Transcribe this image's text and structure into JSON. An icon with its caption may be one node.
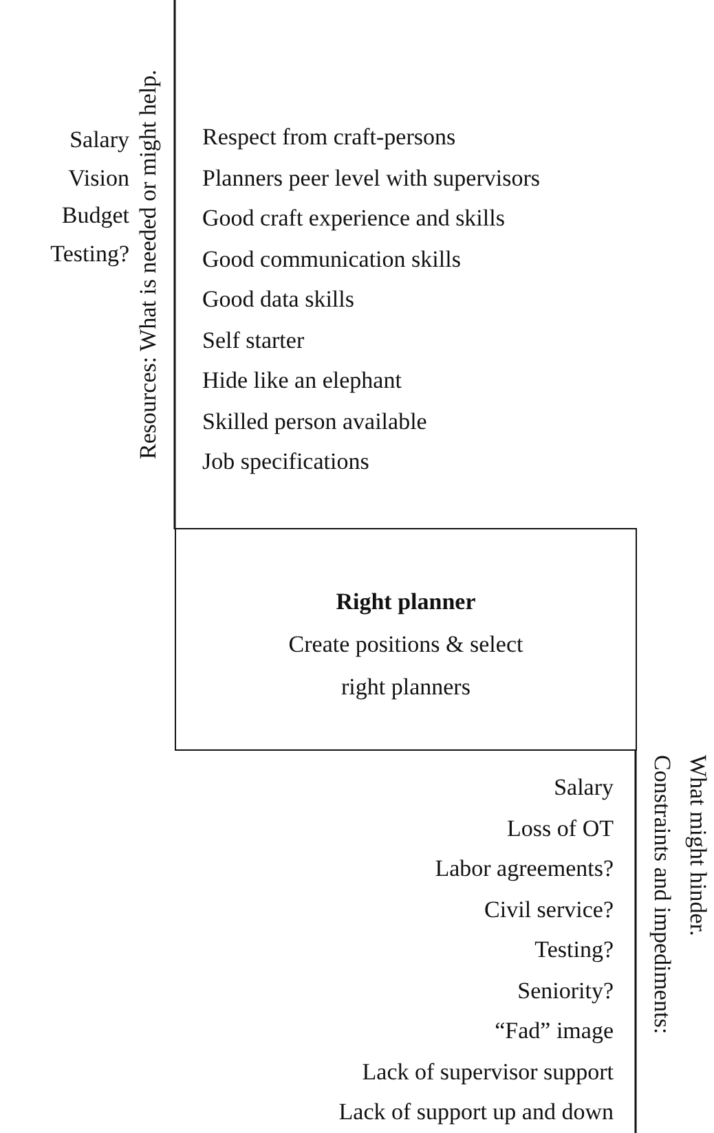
{
  "diagram": {
    "nodes": [
      {
        "text": [
          "Right planner",
          "Create positions & select right planners"
        ]
      }
    ],
    "labels": [
      "Resources:  What is needed or might help.",
      "Salary",
      "Vision",
      "Budget",
      "Testing?",
      "Respect from craft-persons",
      "Planners peer level with supervisors",
      "Good craft experience and skills",
      "Good communication skills",
      "Good data skills",
      "Self starter",
      "Hide like an elephant",
      "Skilled person available",
      "Job specifications",
      "Salary",
      "Loss of OT",
      "Labor agreements?",
      "Civil service?",
      "Testing?",
      "Seniority?",
      "“Fad” image",
      "Lack of supervisor support",
      "Lack of support up and down",
      "Constraints and impediments:",
      "What might hinder."
    ]
  }
}
